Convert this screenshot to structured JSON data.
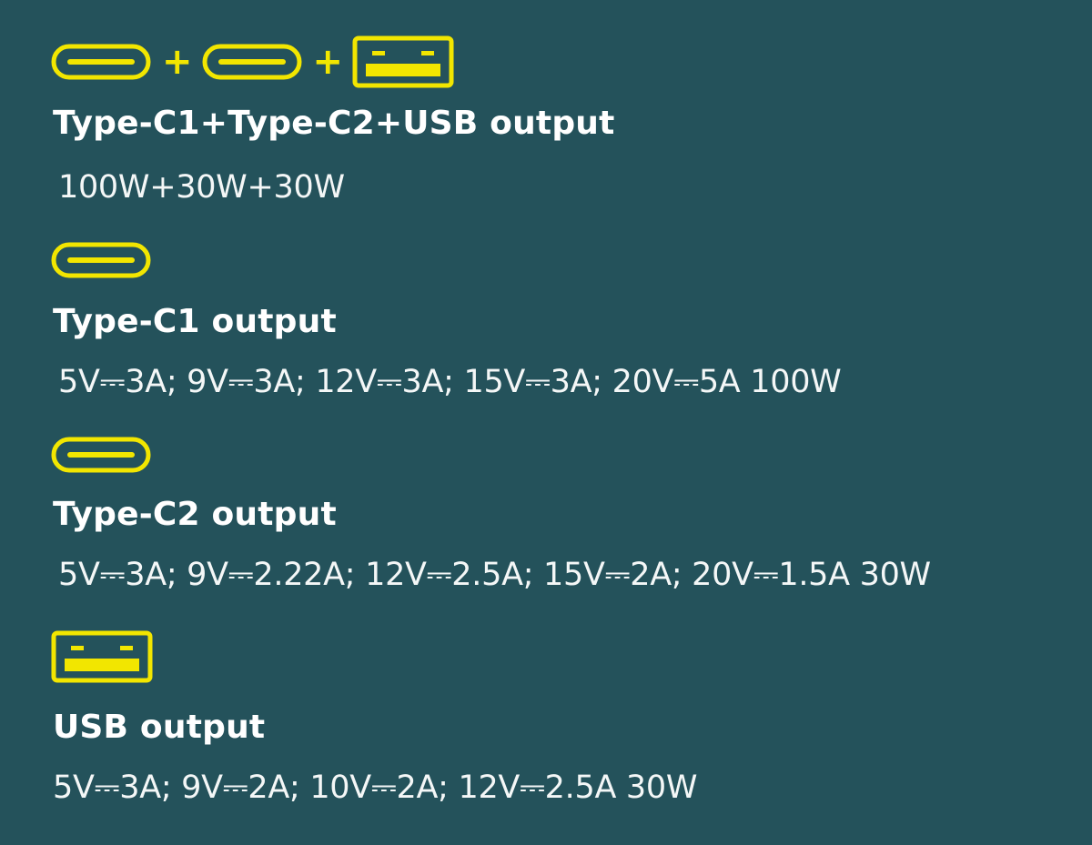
{
  "accent_color": "#f2e600",
  "background_color": "#24525b",
  "combo": {
    "icons": [
      "type-c-port-icon",
      "type-c-port-icon",
      "usb-a-port-icon"
    ],
    "plus": "+",
    "heading": "Type-C1+Type-C2+USB output",
    "spec": "100W+30W+30W"
  },
  "type_c1": {
    "icon": "type-c-port-icon",
    "heading": "Type-C1 output",
    "spec": "5V⎓3A; 9V⎓3A; 12V⎓3A; 15V⎓3A; 20V⎓5A  100W"
  },
  "type_c2": {
    "icon": "type-c-port-icon",
    "heading": "Type-C2 output",
    "spec": "5V⎓3A; 9V⎓2.22A; 12V⎓2.5A; 15V⎓2A; 20V⎓1.5A  30W"
  },
  "usb": {
    "icon": "usb-a-port-icon",
    "heading": "USB output",
    "spec": "5V⎓3A; 9V⎓2A; 10V⎓2A; 12V⎓2.5A  30W"
  }
}
